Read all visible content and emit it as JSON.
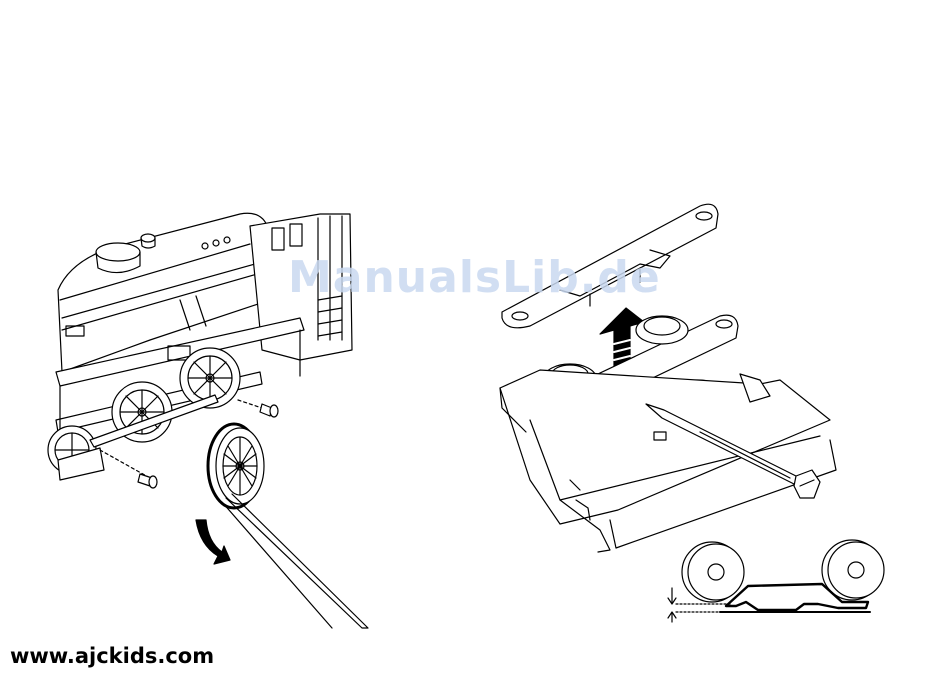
{
  "watermark": {
    "text": "ManualsLib.de",
    "color": "#c9d9f0"
  },
  "footer": {
    "url": "www.ajckids.com"
  },
  "figures": [
    {
      "icon": "locomotive-wheel-removal-illustration"
    },
    {
      "icon": "bogie-disassembly-screwdriver-illustration"
    },
    {
      "icon": "wheel-height-clearance-diagram"
    }
  ]
}
